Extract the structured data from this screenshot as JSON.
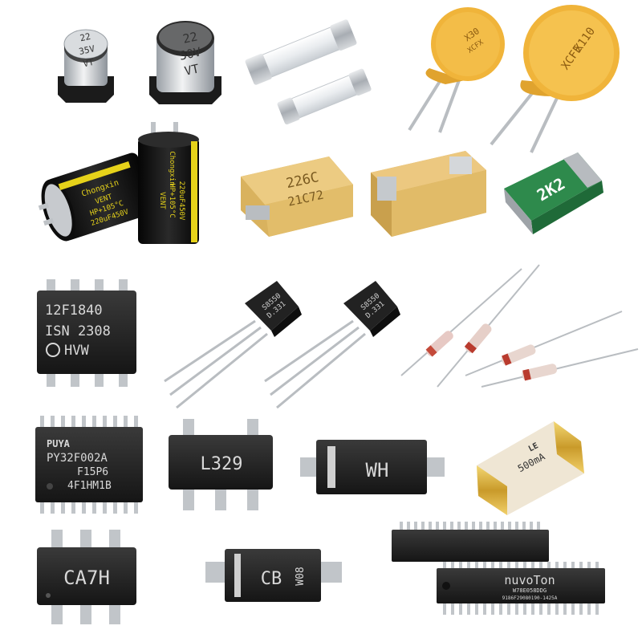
{
  "colors": {
    "background": "#ffffff",
    "ic_body": "#222222",
    "ic_marking": "#d8d8d8",
    "lead_metal": "#bfc3c7",
    "tantalum": "#e4be6e",
    "fuse_disc": "#f0b43a",
    "electrolytic_sleeve": "#151515",
    "electrolytic_print": "#e6d21a",
    "ptc_green": "#2e8a4c"
  },
  "components": {
    "smd_cap_small": {
      "line1": "22",
      "line2": "35V",
      "line3": "VT"
    },
    "smd_cap_large": {
      "line1": "22",
      "line2": "50V",
      "line3": "VT"
    },
    "disc_fuse_small": {
      "line1": "X30",
      "line2": "XCFX"
    },
    "disc_fuse_large": {
      "line1": "X110",
      "line2": "XCFE"
    },
    "electrolytic_left": {
      "brand": "Chongxin",
      "line1": "VENT",
      "line2": "HP+105°C",
      "line3": "220uF450V"
    },
    "electrolytic_right": {
      "brand": "Chongxin",
      "line1": "VENT",
      "line2": "HP+105°C",
      "line3": "220uF450V"
    },
    "tantalum_left": {
      "line1": "226C",
      "line2": "21C72"
    },
    "ptc_fuse": {
      "line1": "2K2"
    },
    "soic8": {
      "line1": "12F1840",
      "line2": "ISN 2308",
      "line3": "HVW"
    },
    "to92_left": {
      "line1": "S8550",
      "line2": "D.331"
    },
    "to92_right": {
      "line1": "S8550",
      "line2": "D.331"
    },
    "tssop20": {
      "logo": "PUYA",
      "line1": "PY32F002A",
      "line2": "F15P6",
      "line3": "4F1HM1B"
    },
    "sot23_5": {
      "line1": "L329"
    },
    "diode_wh": {
      "line1": "WH"
    },
    "ceramic_fuse": {
      "logo": "LE",
      "line1": "500mA"
    },
    "sot23_6": {
      "line1": "CA7H"
    },
    "diode_cb": {
      "line1": "CB",
      "line2": "W08"
    },
    "dip40": {
      "brand": "nuvoTon",
      "line1": "W78E058DDG",
      "line2": "9186F29080190-1425A"
    }
  }
}
